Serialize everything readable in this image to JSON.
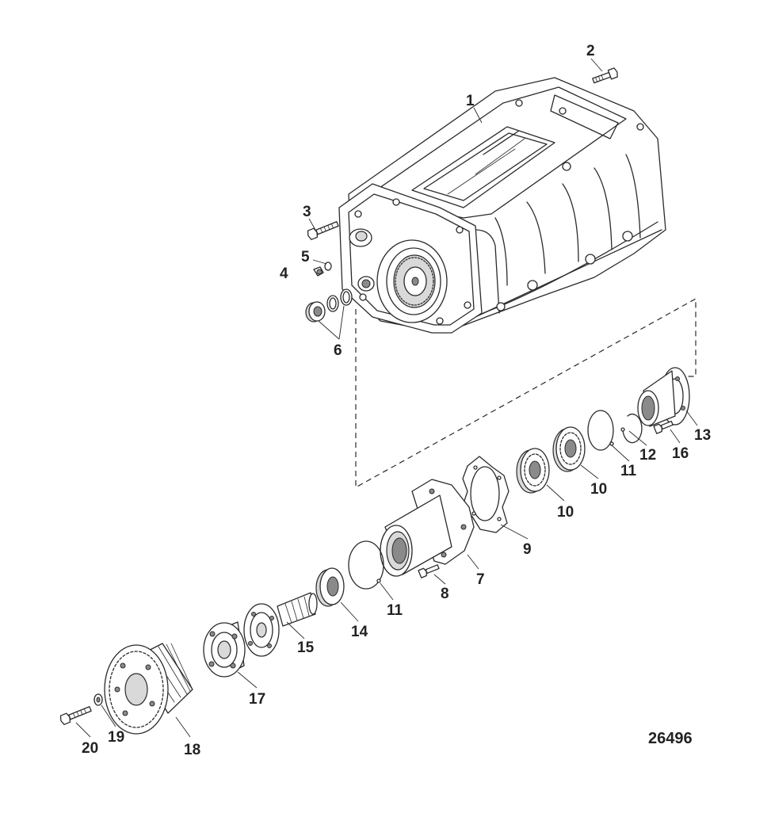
{
  "figure_number": "26496",
  "callouts": [
    {
      "id": "c1",
      "label": "1"
    },
    {
      "id": "c2",
      "label": "2"
    },
    {
      "id": "c3",
      "label": "3"
    },
    {
      "id": "c4",
      "label": "4"
    },
    {
      "id": "c5",
      "label": "5"
    },
    {
      "id": "c6",
      "label": "6"
    },
    {
      "id": "c7",
      "label": "7"
    },
    {
      "id": "c8",
      "label": "8"
    },
    {
      "id": "c9",
      "label": "9"
    },
    {
      "id": "c10a",
      "label": "10"
    },
    {
      "id": "c10b",
      "label": "10"
    },
    {
      "id": "c11a",
      "label": "11"
    },
    {
      "id": "c11b",
      "label": "11"
    },
    {
      "id": "c12",
      "label": "12"
    },
    {
      "id": "c13",
      "label": "13"
    },
    {
      "id": "c14",
      "label": "14"
    },
    {
      "id": "c15",
      "label": "15"
    },
    {
      "id": "c16",
      "label": "16"
    },
    {
      "id": "c17",
      "label": "17"
    },
    {
      "id": "c18",
      "label": "18"
    },
    {
      "id": "c19",
      "label": "19"
    },
    {
      "id": "c20",
      "label": "20"
    }
  ]
}
